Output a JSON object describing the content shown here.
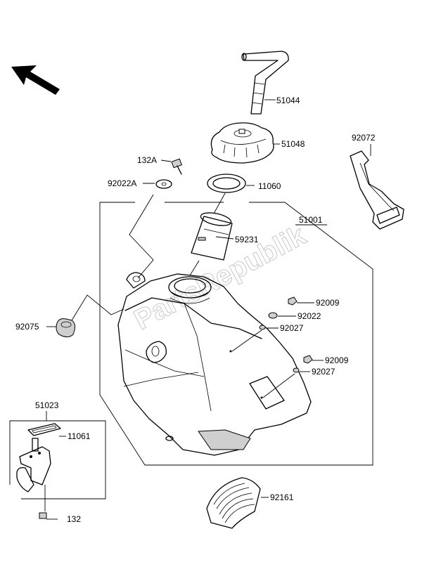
{
  "labels": {
    "51044": "51044",
    "51048": "51048",
    "92072": "92072",
    "132A": "132A",
    "92022A": "92022A",
    "11060": "11060",
    "51001": "51001",
    "59231": "59231",
    "92009_top": "92009",
    "92022": "92022",
    "92027_top": "92027",
    "92075": "92075",
    "92009_bottom": "92009",
    "92027_bottom": "92027",
    "51023": "51023",
    "11061": "11061",
    "92161": "92161",
    "132": "132"
  },
  "watermark": "PartsRepublik",
  "colors": {
    "line": "#000000",
    "background": "#ffffff",
    "shade": "#cfcfcf"
  }
}
